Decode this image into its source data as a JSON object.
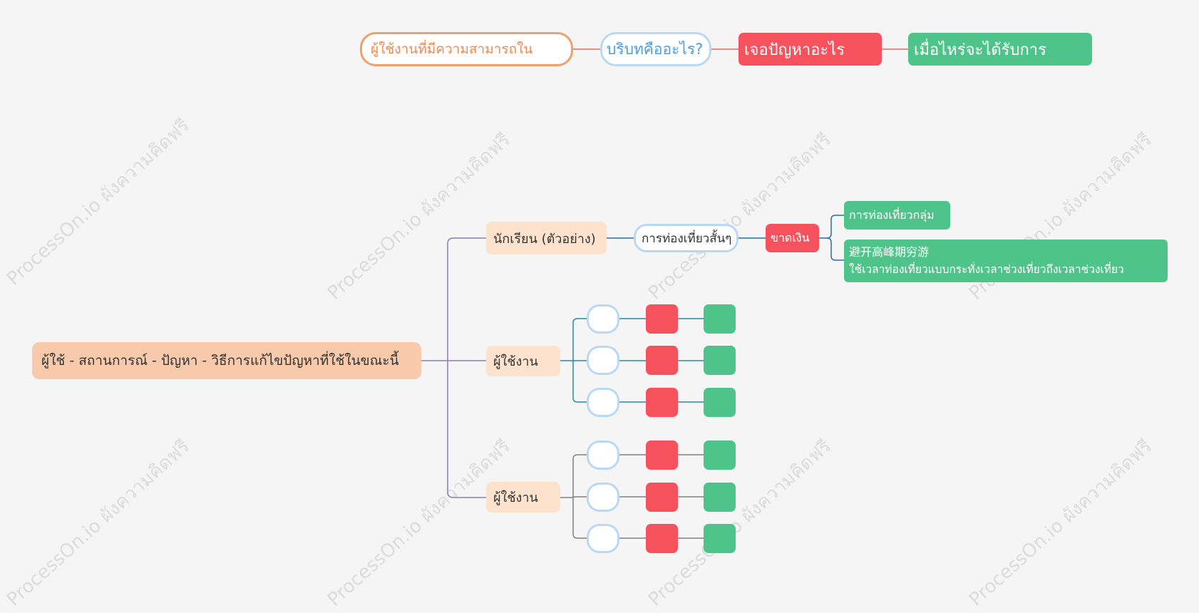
{
  "watermark": "ProcessOn.io ผังความคิดฟรี",
  "legend": {
    "user": "ผู้ใช้งานที่มีความสามารถใน",
    "context": "บริบทคืออะไร?",
    "problem": "เจอปัญหาอะไร",
    "solution": "เมื่อไหร่จะได้รับการ"
  },
  "root": {
    "label": "ผู้ใช้ - สถานการณ์ - ปัญหา - วิธีการแก้ไขปัญหาที่ใช้ในขณะนี้"
  },
  "branches": [
    {
      "label": "นักเรียน (ตัวอย่าง)",
      "context": "การท่องเที่ยวสั้นๆ",
      "problem": "ขาดเงิน",
      "solutions": [
        "การท่องเที่ยวกลุ่ม",
        {
          "line1": "避开高峰期穷游",
          "line2": "ใช้เวลาท่องเที่ยวแบบกระทั่งเวลาช่วงเที่ยวถึงเวลาช่วงเที่ยว"
        }
      ]
    },
    {
      "label": "ผู้ใช้งาน"
    },
    {
      "label": "ผู้ใช้งาน"
    }
  ],
  "colors": {
    "background": "#f5f5f5",
    "root": "#f8c9ab",
    "branch": "#fde2cd",
    "context_border": "#b8d8f6",
    "problem": "#f6525e",
    "solution": "#4fc48a",
    "legend_user_border": "#f0a068",
    "line_root": "#8a7db4",
    "line_branch1": "#2b6cb0",
    "line_branch2": "#2a87a3",
    "line_branch3": "#808080",
    "line_legend": "#e96a5a"
  }
}
